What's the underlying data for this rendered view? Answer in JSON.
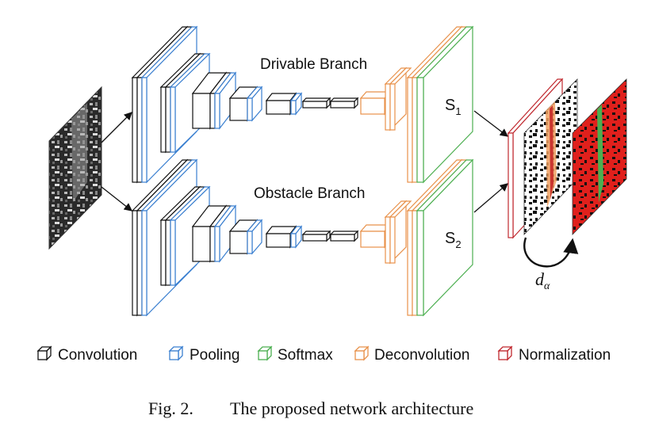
{
  "branches": {
    "top": {
      "label": "Drivable Branch",
      "output_symbol": "S",
      "output_subscript": "1"
    },
    "bottom": {
      "label": "Obstacle Branch",
      "output_symbol": "S",
      "output_subscript": "2"
    }
  },
  "distance_label": {
    "symbol": "d",
    "subscript": "α"
  },
  "legend": [
    {
      "label": "Convolution",
      "color": "#111111"
    },
    {
      "label": "Pooling",
      "color": "#3a7fd0"
    },
    {
      "label": "Softmax",
      "color": "#4caf50"
    },
    {
      "label": "Deconvolution",
      "color": "#e8914a"
    },
    {
      "label": "Normalization",
      "color": "#c0282e"
    }
  ],
  "caption": {
    "figure": "Fig. 2.",
    "text": "The proposed network architecture"
  }
}
